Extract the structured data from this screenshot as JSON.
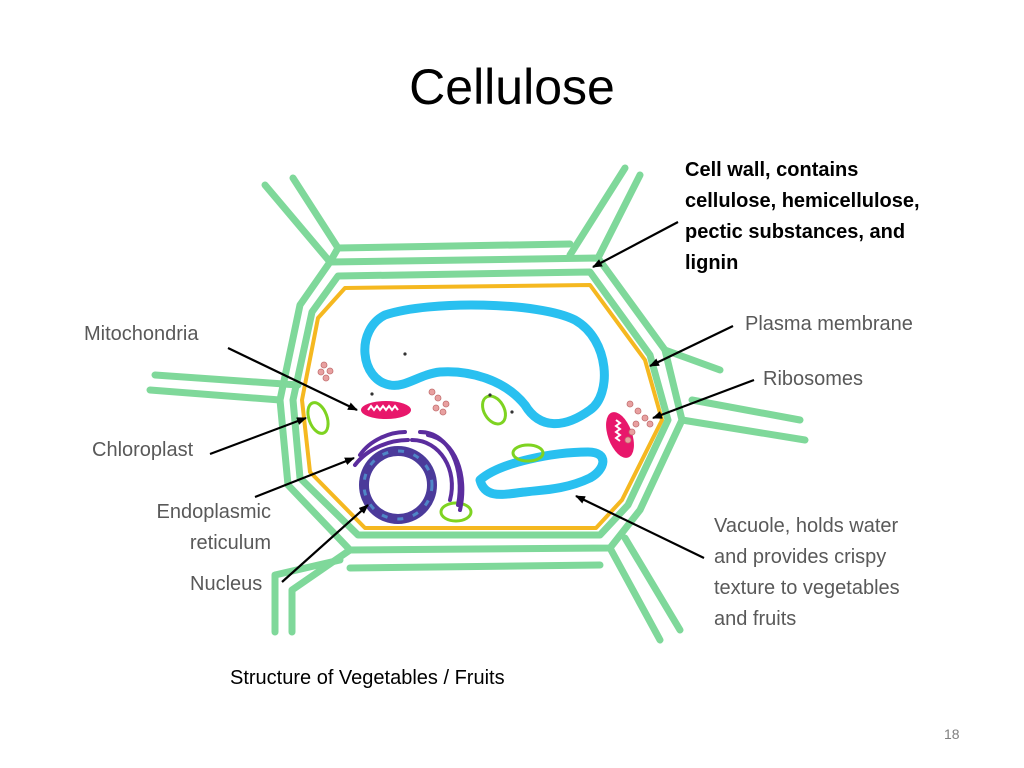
{
  "slide": {
    "title": "Cellulose",
    "caption": "Structure of Vegetables / Fruits",
    "page_number": "18"
  },
  "labels": {
    "cell_wall": [
      "Cell wall, contains",
      "cellulose, hemicellulose,",
      "pectic substances, and",
      "lignin"
    ],
    "plasma_membrane": "Plasma membrane",
    "ribosomes": "Ribosomes",
    "mitochondria": "Mitochondria",
    "chloroplast": "Chloroplast",
    "endoplasmic_reticulum": [
      "Endoplasmic",
      "reticulum"
    ],
    "nucleus": "Nucleus",
    "vacuole": [
      "Vacuole, holds water",
      "and provides crispy",
      "texture to vegetables",
      "and fruits"
    ]
  },
  "colors": {
    "cell_wall": "#7fd89a",
    "plasma_membrane": "#f5b820",
    "vacuole": "#29c0f0",
    "mitochondria": "#e8176b",
    "chloroplast": "#7ed321",
    "nucleus": "#4b3a9a",
    "endoplasmic_reticulum": "#5b2d9e",
    "ribosomes": "#e8a0a0"
  }
}
